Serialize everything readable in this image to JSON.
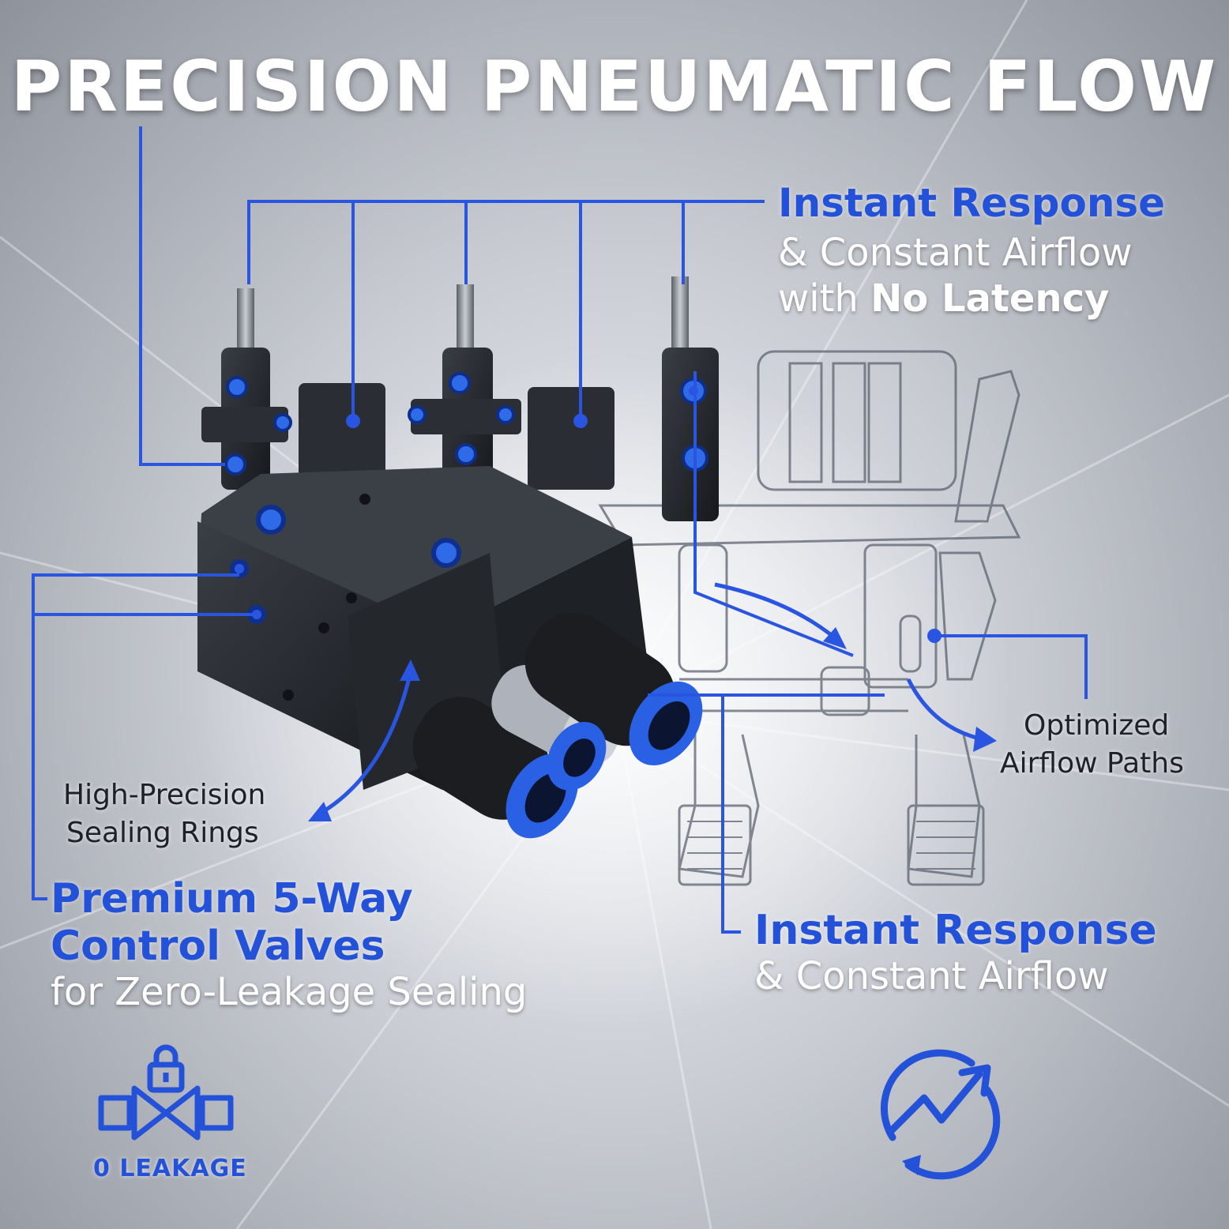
{
  "title": "PRECISION PNEUMATIC FLOW",
  "callouts": {
    "instant_response_top": {
      "heading": "Instant Response",
      "line1": "& Constant Airflow",
      "line2_prefix": "with ",
      "line2_bold": "No Latency"
    },
    "sealing_rings": {
      "line1": "High-Precision",
      "line2": "Sealing Rings"
    },
    "airflow_paths": {
      "line1": "Optimized",
      "line2": "Airflow Paths"
    },
    "premium_valves": {
      "heading_line1": "Premium 5-Way",
      "heading_line2": "Control Valves",
      "subtitle": "for Zero-Leakage Sealing"
    },
    "instant_response_bottom": {
      "heading": "Instant Response",
      "subtitle": "& Constant Airflow"
    }
  },
  "badges": {
    "leakage": {
      "icon": "valve-lock-icon",
      "label": "0 LEAKAGE"
    },
    "response": {
      "icon": "rising-arrow-cycle-icon"
    }
  },
  "colors": {
    "accent_blue": "#2352d8",
    "callout_line": "#2a55e0",
    "title_white": "#ffffff",
    "valve_body": "#2a2d33"
  }
}
